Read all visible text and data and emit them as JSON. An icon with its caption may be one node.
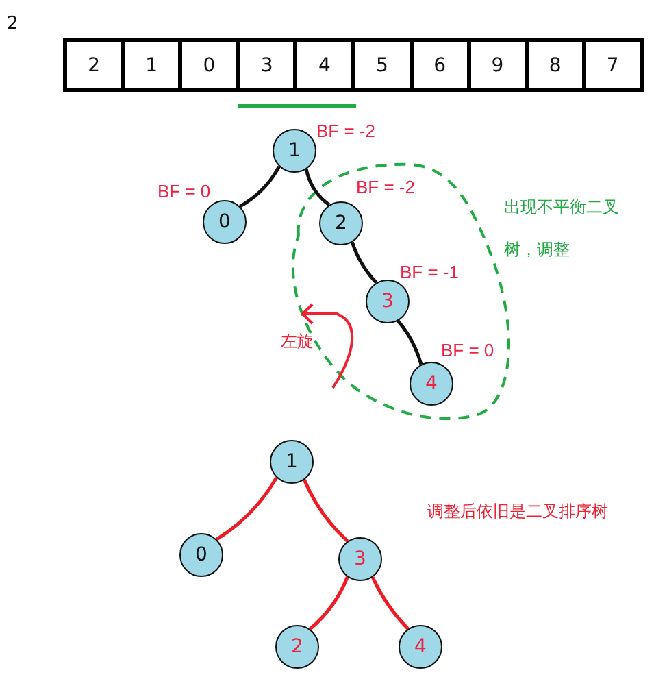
{
  "diagram": {
    "nodes": [
      {
        "text": [
          "1"
        ],
        "beside": [
          "BF = -2"
        ]
      },
      {
        "text": [
          "0"
        ],
        "beside": [
          "BF = 0"
        ]
      },
      {
        "text": [
          "2"
        ],
        "beside": [
          "BF = -2"
        ]
      },
      {
        "text": [
          "3"
        ],
        "beside": [
          "BF = -1"
        ]
      },
      {
        "text": [
          "4"
        ],
        "beside": [
          "BF = 0"
        ]
      },
      {
        "text": [
          "1"
        ]
      },
      {
        "text": [
          "0"
        ]
      },
      {
        "text": [
          "3"
        ]
      },
      {
        "text": [
          "2"
        ]
      },
      {
        "text": [
          "4"
        ]
      }
    ],
    "edges": [
      {
        "from": 0,
        "to": 1,
        "arrow": "none"
      },
      {
        "from": 0,
        "to": 2,
        "arrow": "none"
      },
      {
        "from": 2,
        "to": 3,
        "arrow": "none"
      },
      {
        "from": 3,
        "to": 4,
        "arrow": "none"
      },
      {
        "from": 5,
        "to": 6,
        "arrow": "none",
        "color": "#ee1c24"
      },
      {
        "from": 5,
        "to": 7,
        "arrow": "none",
        "color": "#ee1c24"
      },
      {
        "from": 7,
        "to": 8,
        "arrow": "none",
        "color": "#ee1c24"
      },
      {
        "from": 7,
        "to": 9,
        "arrow": "none",
        "color": "#ee1c24"
      }
    ],
    "labels": [
      "2",
      "2",
      "1",
      "0",
      "3",
      "4",
      "5",
      "6",
      "9",
      "8",
      "7",
      "出现不平衡二叉树，调整",
      "左旋",
      "调整后依旧是二叉排序树"
    ]
  }
}
